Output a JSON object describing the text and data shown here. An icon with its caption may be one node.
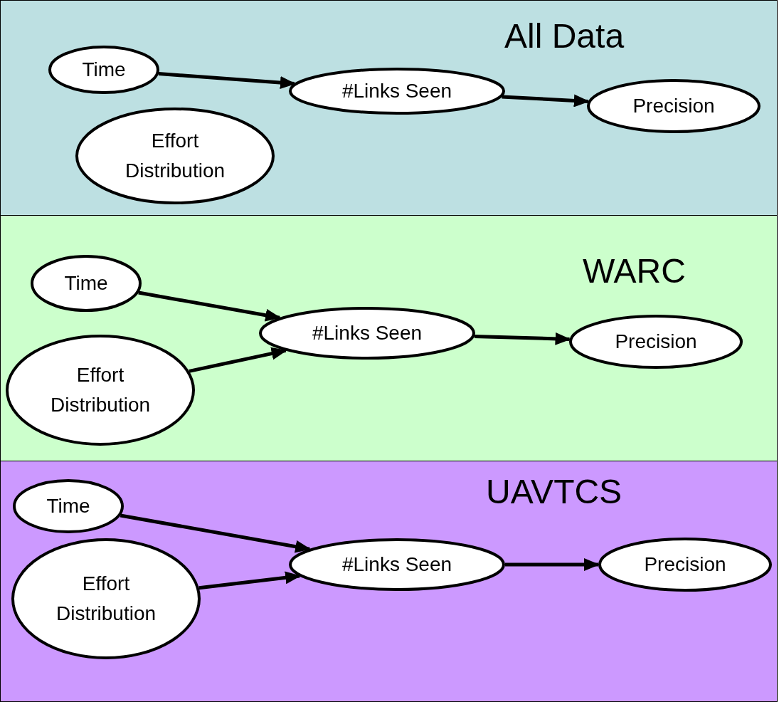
{
  "diagram": {
    "nodes": [
      {
        "text": [
          "All Data"
        ]
      },
      {
        "text": [
          "Time"
        ],
        "in": 0
      },
      {
        "text": [
          "#Links Seen"
        ],
        "in": 0
      },
      {
        "text": [
          "Precision"
        ],
        "in": 0
      },
      {
        "text": [
          "Effort Distribution"
        ],
        "in": 0
      },
      {
        "text": [
          "WARC"
        ]
      },
      {
        "text": [
          "Time"
        ],
        "in": 5
      },
      {
        "text": [
          "#Links Seen"
        ],
        "in": 5
      },
      {
        "text": [
          "Precision"
        ],
        "in": 5
      },
      {
        "text": [
          "Effort Distribution"
        ],
        "in": 5
      },
      {
        "text": [
          "UAVTCS"
        ]
      },
      {
        "text": [
          "Time"
        ],
        "in": 10
      },
      {
        "text": [
          "#Links Seen"
        ],
        "in": 10
      },
      {
        "text": [
          "Precision"
        ],
        "in": 10
      },
      {
        "text": [
          "Effort Distribution"
        ],
        "in": 10
      }
    ],
    "edges": [
      {
        "from": 1,
        "to": 2,
        "arrow": "to"
      },
      {
        "from": 2,
        "to": 3,
        "arrow": "to"
      },
      {
        "from": 6,
        "to": 7,
        "arrow": "to"
      },
      {
        "from": 9,
        "to": 7,
        "arrow": "to"
      },
      {
        "from": 7,
        "to": 8,
        "arrow": "to"
      },
      {
        "from": 11,
        "to": 12,
        "arrow": "to"
      },
      {
        "from": 14,
        "to": 12,
        "arrow": "to"
      },
      {
        "from": 12,
        "to": 13,
        "arrow": "to"
      }
    ]
  }
}
